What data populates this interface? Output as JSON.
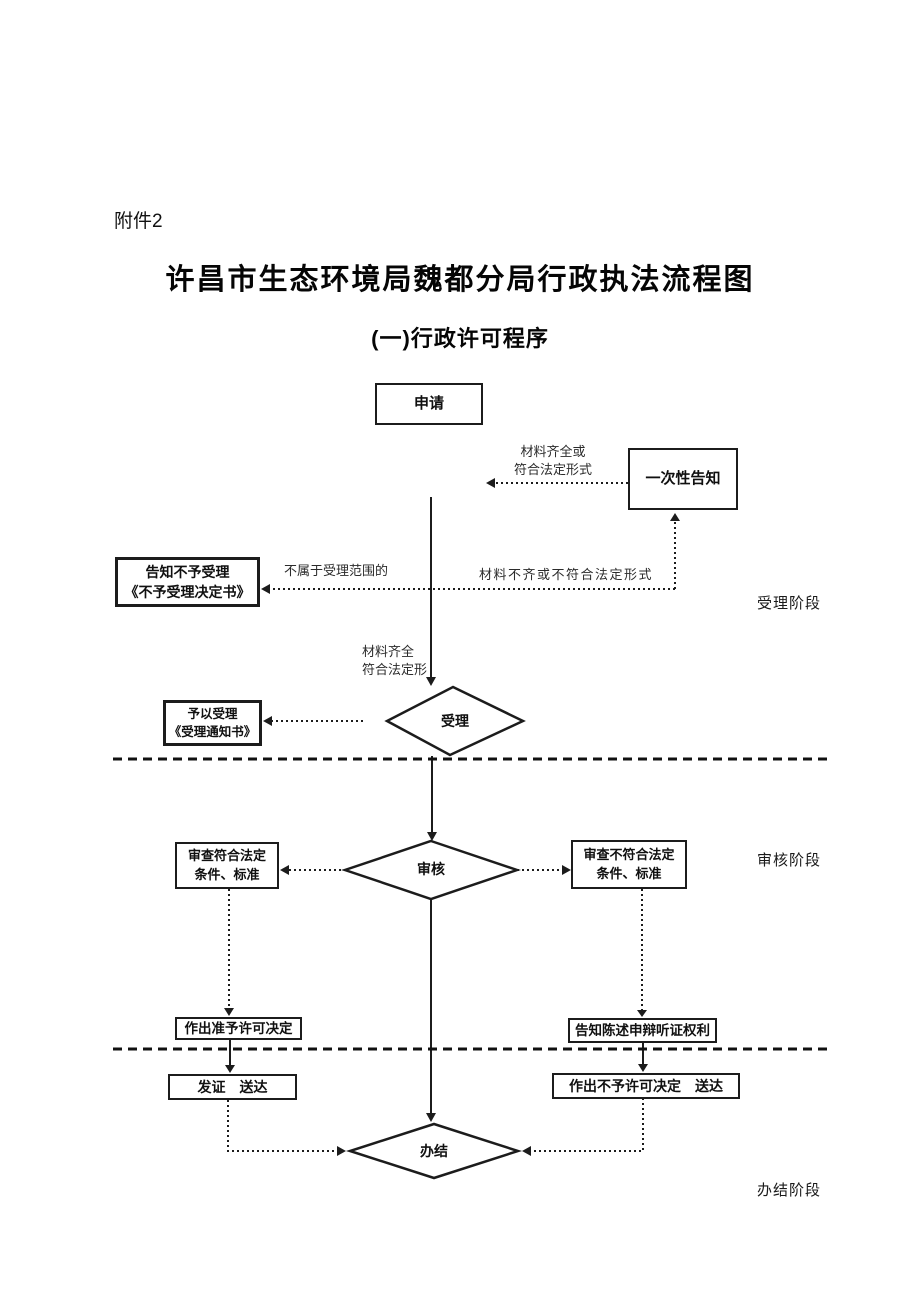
{
  "document": {
    "attachment": "附件2",
    "title": "许昌市生态环境局魏都分局行政执法流程图",
    "subtitle": "(一)行政许可程序"
  },
  "flowchart": {
    "boxes": {
      "apply": {
        "label": "申请"
      },
      "one_time_notice": {
        "label": "一次性告知"
      },
      "reject_notice": {
        "line1": "告知不予受理",
        "line2": "《不予受理决定书》"
      },
      "accept_notice": {
        "line1": "予以受理",
        "line2": "《受理通知书》"
      },
      "review_pass": {
        "line1": "审查符合法定",
        "line2": "条件、标准"
      },
      "review_fail": {
        "line1": "审查不符合法定",
        "line2": "条件、标准"
      },
      "grant_decision": {
        "label": "作出准予许可决定"
      },
      "notify_rights": {
        "label": "告知陈述申辩听证权利"
      },
      "issue_deliver": {
        "label": "发证　送达"
      },
      "deny_deliver": {
        "label": "作出不予许可决定　送达"
      }
    },
    "diamonds": {
      "accept_check": {
        "label": "受理"
      },
      "review_check": {
        "label": "审核"
      },
      "complete": {
        "label": "办结"
      }
    },
    "edge_labels": {
      "materials_complete_or": {
        "line1": "材料齐全或",
        "line2": "符合法定形式"
      },
      "out_of_scope": "不属于受理范围的",
      "materials_incomplete": "材料不齐或不符合法定形式",
      "materials_complete": {
        "line1": "材料齐全",
        "line2": "符合法定形"
      }
    },
    "stages": {
      "acceptance": "受理阶段",
      "review": "审核阶段",
      "completion": "办结阶段"
    }
  },
  "colors": {
    "ink": "#1c1c1c",
    "paper": "#ffffff"
  }
}
